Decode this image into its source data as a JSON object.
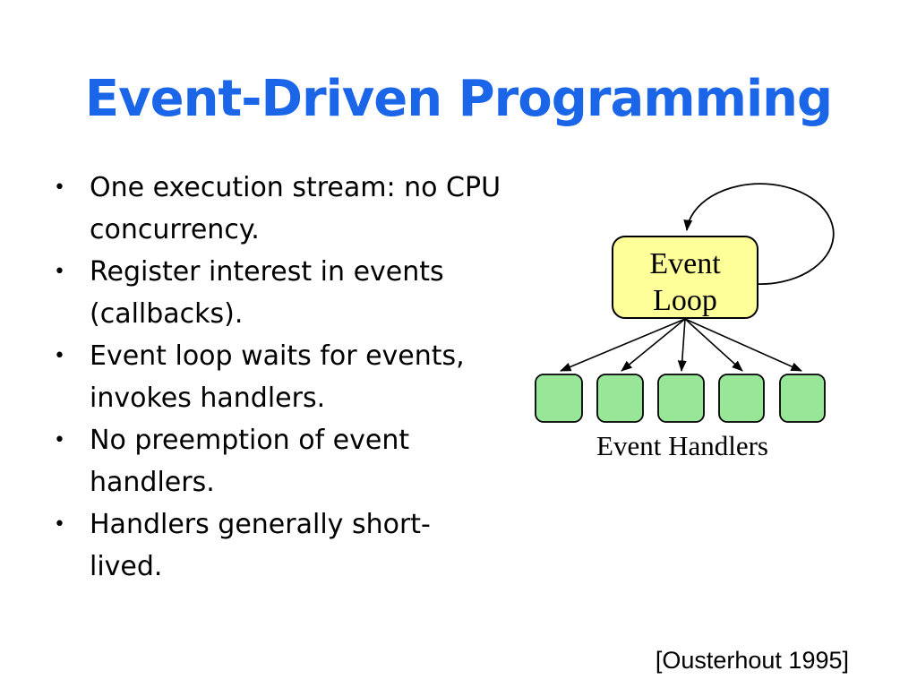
{
  "title": "Event-Driven Programming",
  "bullet_char": "•",
  "bullets": [
    "One execution stream: no CPU\nconcurrency.",
    "Register interest in events\n(callbacks).",
    "Event loop waits for events,\ninvokes handlers.",
    "No preemption of event\nhandlers.",
    "Handlers generally short-\nlived."
  ],
  "diagram": {
    "event_loop_line1": "Event",
    "event_loop_line2": "Loop",
    "handlers_label": "Event Handlers",
    "handler_count": 5
  },
  "citation": "[Ousterhout 1995]",
  "colors": {
    "title": "#1b65e8",
    "event_loop_fill": "#ffff99",
    "handler_fill": "#98e698",
    "stroke": "#000000"
  }
}
